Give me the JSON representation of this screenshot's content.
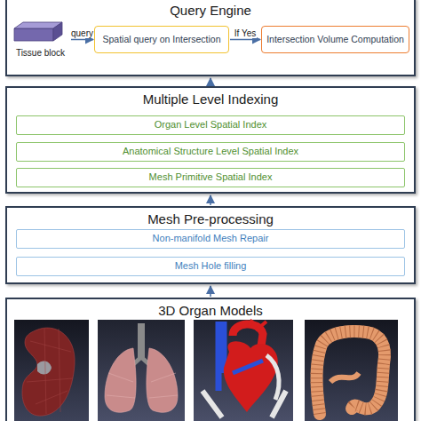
{
  "diagram": {
    "nodes": [
      {
        "text": [
          "Query Engine"
        ]
      },
      {
        "text": [
          "Tissue block"
        ],
        "in": 0
      },
      {
        "text": [
          "Spatial query on Intersection"
        ],
        "in": 0
      },
      {
        "text": [
          "Intersection Volume Computation"
        ],
        "in": 0
      },
      {
        "text": [
          "Multiple Level Indexing"
        ]
      },
      {
        "text": [
          "Organ Level Spatial Index"
        ],
        "in": 4
      },
      {
        "text": [
          "Anatomical Structure Level Spatial Index"
        ],
        "in": 4
      },
      {
        "text": [
          "Mesh Primitive Spatial Index"
        ],
        "in": 4
      },
      {
        "text": [
          "Mesh Pre-processing"
        ]
      },
      {
        "text": [
          "Non-manifold Mesh Repair"
        ],
        "in": 8
      },
      {
        "text": [
          "Mesh Hole filling"
        ],
        "in": 8
      },
      {
        "text": [
          "3D Organ Models"
        ]
      }
    ],
    "edges": [
      {
        "from": 1,
        "to": 2,
        "label": "query",
        "arrow": "to"
      },
      {
        "from": 2,
        "to": 3,
        "label": "If Yes",
        "arrow": "to"
      },
      {
        "from": 4,
        "to": 0,
        "arrow": "to"
      },
      {
        "from": 8,
        "to": 4,
        "arrow": "to"
      },
      {
        "from": 11,
        "to": 8,
        "arrow": "to"
      }
    ]
  }
}
